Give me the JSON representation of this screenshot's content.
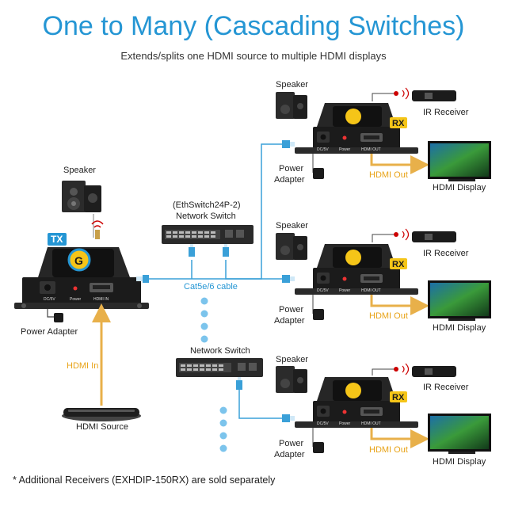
{
  "header": {
    "title": "One to Many (Cascading Switches)",
    "subtitle": "Extends/splits one HDMI source to multiple HDMI displays"
  },
  "transmitter": {
    "badge": "TX",
    "speaker_label": "Speaker",
    "power_adapter_label": "Power Adapter",
    "hdmi_in_label": "HDMI In",
    "source_label": "HDMI Source",
    "port_labels": {
      "dc": "DC/5V",
      "power": "Power",
      "hdmi_in": "HDMI IN"
    }
  },
  "switches": {
    "switch1_model": "(EthSwitch24P-2)",
    "switch1_label": "Network Switch",
    "switch2_label": "Network Switch",
    "cable_label": "Cat5e/6 cable"
  },
  "receivers": [
    {
      "badge": "RX",
      "speaker_label": "Speaker",
      "ir_label": "IR Receiver",
      "power_label_1": "Power",
      "power_label_2": "Adapter",
      "hdmi_out_label": "HDMI Out",
      "display_label": "HDMI Display",
      "port_dc": "DC/5V",
      "port_power": "Power",
      "port_hdmi": "HDMI OUT"
    },
    {
      "badge": "RX",
      "speaker_label": "Speaker",
      "ir_label": "IR Receiver",
      "power_label_1": "Power",
      "power_label_2": "Adapter",
      "hdmi_out_label": "HDMI Out",
      "display_label": "HDMI Display",
      "port_dc": "DC/5V",
      "port_power": "Power",
      "port_hdmi": "HDMI OUT"
    },
    {
      "badge": "RX",
      "speaker_label": "Speaker",
      "ir_label": "IR Receiver",
      "power_label_1": "Power",
      "power_label_2": "Adapter",
      "hdmi_out_label": "HDMI Out",
      "display_label": "HDMI Display",
      "port_dc": "DC/5V",
      "port_power": "Power",
      "port_hdmi": "HDMI OUT"
    }
  ],
  "footer": {
    "note": "* Additional Receivers (EXHDIP-150RX) are sold separately"
  },
  "colors": {
    "title": "#2596d4",
    "cable": "#3aa0d8",
    "hdmi_line": "#e8b04a",
    "accent_yellow": "#f5c518",
    "device_body": "#222222"
  }
}
